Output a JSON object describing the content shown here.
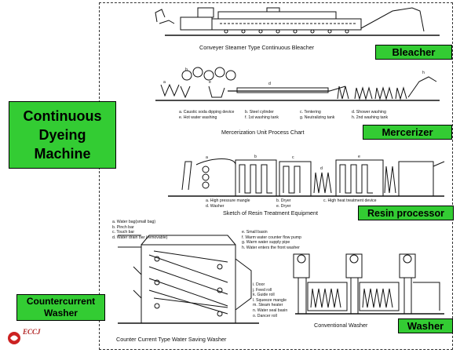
{
  "title": {
    "line1": "Continuous",
    "line2": "Dyeing",
    "line3": "Machine"
  },
  "labels": {
    "bleacher": "Bleacher",
    "mercerizer": "Mercerizer",
    "resin": "Resin processor",
    "countercurrent_line1": "Countercurrent",
    "countercurrent_line2": "Washer",
    "washer": "Washer"
  },
  "captions": {
    "bleacher": "Conveyer Steamer Type Continuous Bleacher",
    "mercerizer": "Mercerization Unit Process Chart",
    "resin": "Sketch of Resin Treatment Equipment",
    "countercurrent": "Counter Current Type Water Saving Washer",
    "conventional": "Conventional Washer"
  },
  "mercerizer_legend": {
    "a": "a. Caustic soda dipping device",
    "b": "b. Steel cylinder",
    "c": "c. Tentering",
    "d": "d. Shower washing",
    "e": "e. Hot water washing",
    "f": "f. 1st washing tank",
    "g": "g. Neutralizing tank",
    "h": "h. 2nd washing tank"
  },
  "mercerizer_letters": {
    "a": "a",
    "b": "b",
    "d": "d",
    "e": "e",
    "h": "h"
  },
  "resin_legend": {
    "a": "a. High pressure mangle",
    "b": "b. Dryer",
    "c": "c. High heat treatment device",
    "d": "d. Washer",
    "e": "e. Dryer"
  },
  "resin_letters": {
    "a": "a",
    "b": "b",
    "c": "c",
    "d": "d",
    "e": "e"
  },
  "washer_legend_left": {
    "a": "a. Water bag(small bag)",
    "b": "b. Pinch bar",
    "c": "c. Touch bar",
    "d": "d. Water drain bar (removable)"
  },
  "washer_legend_right": {
    "e": "e. Small basin",
    "f": "f. Warm water counter flow pump",
    "g": "g. Warm water supply pipe",
    "h": "h. Water enters the front washer"
  },
  "washer_legend_lower": {
    "i": "i. Door",
    "j": "j. Feed roll",
    "k": "k. Guide roll",
    "l": "l. Squeeze mangle",
    "m": "m. Steam heater",
    "n": "n. Water seal basin",
    "o": "o. Dancer roll"
  },
  "logo": {
    "text": "ECCJ"
  },
  "colors": {
    "label_green": "#33cc33",
    "logo_red": "#cc2222"
  }
}
